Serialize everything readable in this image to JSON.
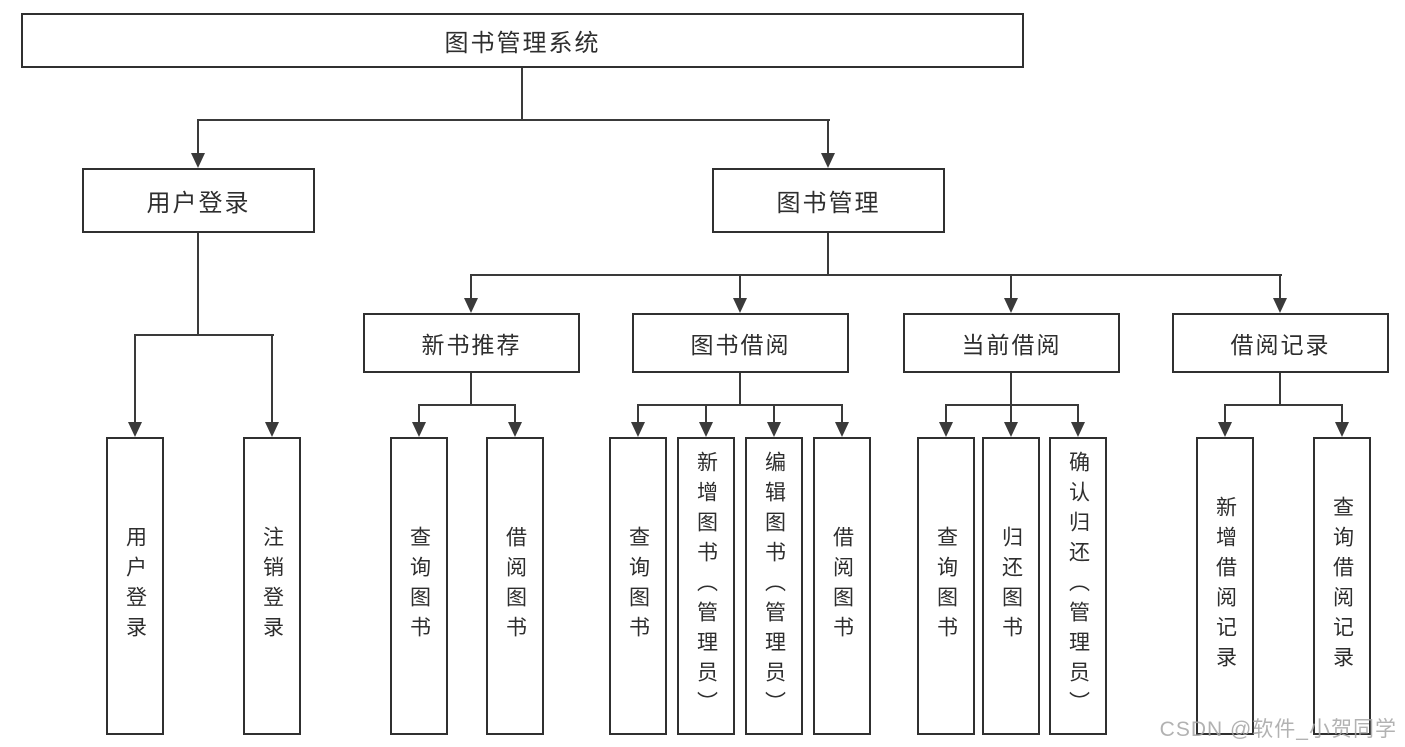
{
  "nodes": {
    "root": "图书管理系统",
    "user_login": "用户登录",
    "book_mgmt": "图书管理",
    "new_book_rec": "新书推荐",
    "book_borrow": "图书借阅",
    "current_borrow": "当前借阅",
    "borrow_records": "借阅记录",
    "ul_user_login": "用户登录",
    "ul_logout": "注销登录",
    "nr_query_book": "查询图书",
    "nr_borrow_book": "借阅图书",
    "bb_query_book": "查询图书",
    "bb_add_book": "新增图书（管理员）",
    "bb_edit_book": "编辑图书（管理员）",
    "bb_borrow_book": "借阅图书",
    "cb_query_book": "查询图书",
    "cb_return_book": "归还图书",
    "cb_confirm_return": "确认归还（管理员）",
    "br_add_record": "新增借阅记录",
    "br_query_record": "查询借阅记录"
  },
  "watermark": "CSDN @软件_小贺同学",
  "colors": {
    "line": "#3a3a3a",
    "box_border": "#303030",
    "text": "#2e2e2e",
    "watermark": "#a5a5a5",
    "background": "#ffffff"
  }
}
